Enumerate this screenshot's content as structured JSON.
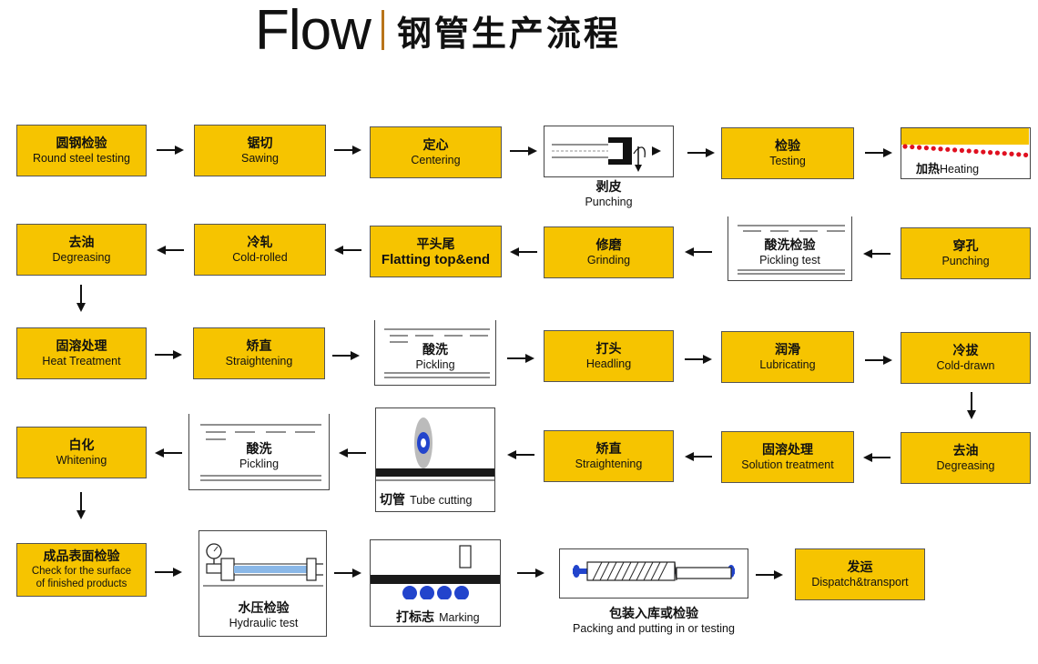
{
  "title": {
    "flow": "Flow",
    "cn": "钢管生产流程"
  },
  "row1": {
    "round_steel": {
      "cn": "圆钢检验",
      "en": "Round steel testing"
    },
    "sawing": {
      "cn": "锯切",
      "en": "Sawing"
    },
    "centering": {
      "cn": "定心",
      "en": "Centering"
    },
    "punching_img": {
      "cn": "剥皮",
      "en": "Punching"
    },
    "testing": {
      "cn": "检验",
      "en": "Testing"
    },
    "heating": {
      "cn": "加热",
      "en": "Heating"
    }
  },
  "row2": {
    "degreasing": {
      "cn": "去油",
      "en": "Degreasing"
    },
    "cold_rolled": {
      "cn": "冷轧",
      "en": "Cold-rolled"
    },
    "flatting": {
      "cn": "平头尾",
      "en": "Flatting top&end"
    },
    "grinding": {
      "cn": "修磨",
      "en": "Grinding"
    },
    "pickling_test": {
      "cn": "酸洗检验",
      "en": "Pickling test"
    },
    "punching": {
      "cn": "穿孔",
      "en": "Punching"
    }
  },
  "row3": {
    "heat_treatment": {
      "cn": "固溶处理",
      "en": "Heat Treatment"
    },
    "straightening": {
      "cn": "矫直",
      "en": "Straightening"
    },
    "pickling": {
      "cn": "酸洗",
      "en": "Pickling"
    },
    "headling": {
      "cn": "打头",
      "en": "Headling"
    },
    "lubricating": {
      "cn": "润滑",
      "en": "Lubricating"
    },
    "cold_drawn": {
      "cn": "冷拔",
      "en": "Cold-drawn"
    }
  },
  "row4": {
    "whitening": {
      "cn": "白化",
      "en": "Whitening"
    },
    "pickling": {
      "cn": "酸洗",
      "en": "Pickling"
    },
    "tube_cutting": {
      "cn": "切管",
      "en": "Tube cutting"
    },
    "straightening": {
      "cn": "矫直",
      "en": "Straightening"
    },
    "solution": {
      "cn": "固溶处理",
      "en": "Solution treatment"
    },
    "degreasing": {
      "cn": "去油",
      "en": "Degreasing"
    }
  },
  "row5": {
    "surface": {
      "cn": "成品表面检验",
      "en1": "Check for the surface",
      "en2": "of finished products"
    },
    "hydraulic": {
      "cn": "水压检验",
      "en": "Hydraulic test"
    },
    "marking": {
      "cn": "打标志",
      "en": "Marking"
    },
    "packing": {
      "cn": "包装入库或检验",
      "en": "Packing and putting in or testing"
    },
    "dispatch": {
      "cn": "发运",
      "en": "Dispatch&transport"
    }
  },
  "colors": {
    "box": "#f6c400",
    "heating_dots": "#e01020",
    "blue": "#2244cc",
    "pipe_blue": "#8ab8e8"
  }
}
